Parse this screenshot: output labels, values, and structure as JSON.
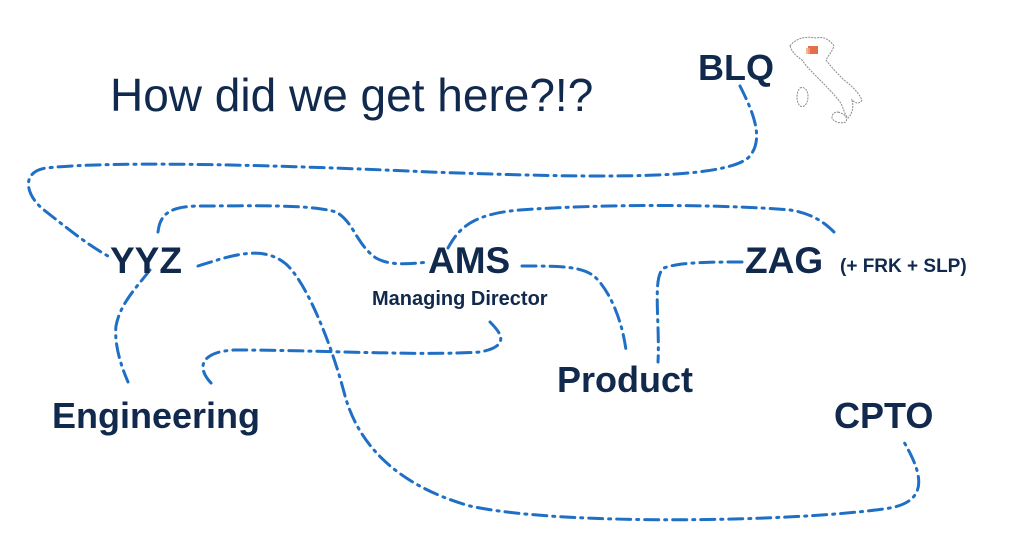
{
  "title": "How did we get here?!?",
  "nodes": {
    "blq": "BLQ",
    "yyz": "YYZ",
    "ams": "AMS",
    "ams_role": "Managing Director",
    "zag": "ZAG",
    "zag_extra": "(+ FRK + SLP)",
    "product": "Product",
    "engineering": "Engineering",
    "cpto": "CPTO"
  },
  "colors": {
    "text": "#10294d",
    "route": "#1f6fc4",
    "map_outline": "#8a8a8a",
    "map_highlight": "#e0542a"
  },
  "icons": {
    "map": "italy-map-icon"
  }
}
